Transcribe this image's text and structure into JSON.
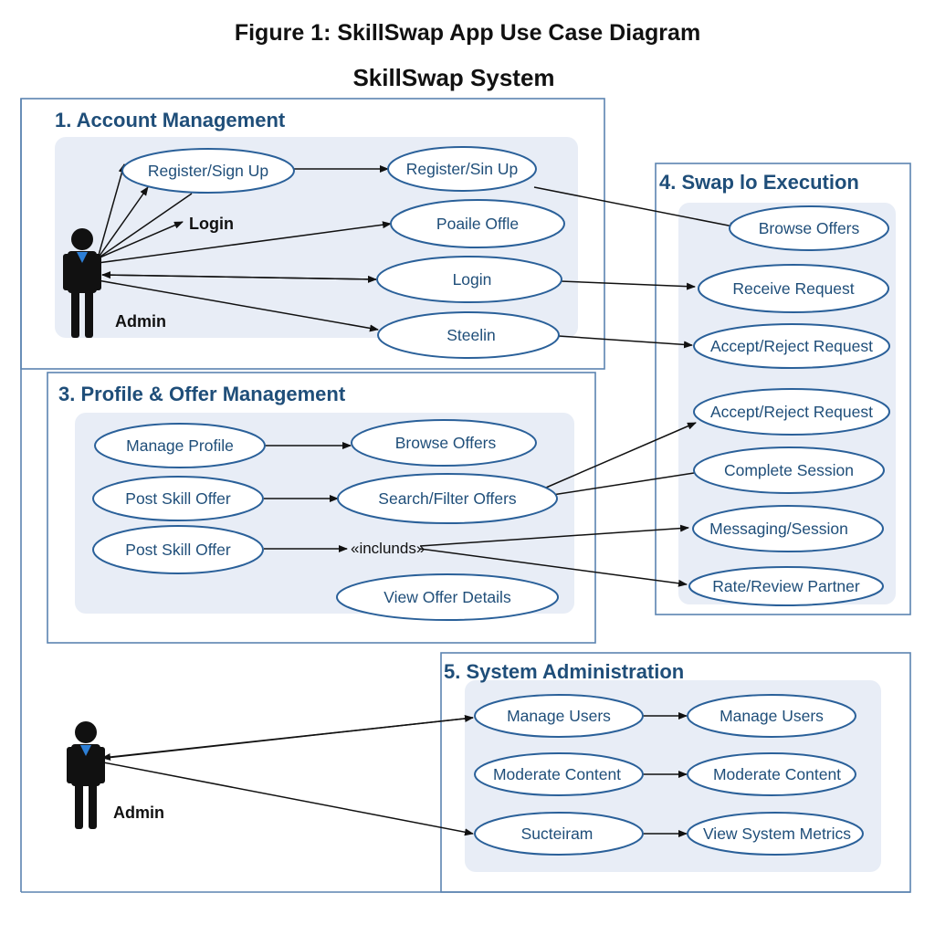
{
  "figure_title": "Figure 1: SkillSwap App Use Case Diagram",
  "system_title": "SkillSwap System",
  "packages": {
    "account": "1. Account Management",
    "profile": "3. Profile & Offer Management",
    "swap": "4. Swap lo Execution",
    "admin": "5. System Administration"
  },
  "actors": {
    "top": "Admin",
    "bottom": "Admin"
  },
  "notes": {
    "login": "Login",
    "includes": "«inclunds»"
  },
  "use_cases": {
    "register_signup": "Register/Sign Up",
    "register_sin_up": "Register/Sin Up",
    "profile_offle": "Poaile Offle",
    "login": "Login",
    "steelin": "Steelin",
    "manage_profile": "Manage Profile",
    "browse_offers_p": "Browse Offers",
    "post_skill_offer_1": "Post Skill Offer",
    "search_filter": "Search/Filter Offers",
    "post_skill_offer_2": "Post Skill Offer",
    "view_offer_details": "View Offer Details",
    "browse_offers_s": "Browse Offers",
    "receive_request": "Receive Request",
    "accept_reject_1": "Accept/Reject Request",
    "accept_reject_2": "Accept/Reject Request",
    "complete_session": "Complete Session",
    "messaging_session": "Messaging/Session",
    "rate_review": "Rate/Review Partner",
    "manage_users_1": "Manage Users",
    "manage_users_2": "Manage Users",
    "moderate_content_1": "Moderate Content",
    "moderate_content_2": "Moderate Content",
    "sucteiram": "Sucteiram",
    "view_metrics": "View System Metrics"
  },
  "colors": {
    "package_title": "#1f4e79",
    "use_case_border": "#2a6099",
    "package_fill": "#e8edf6",
    "actor_accent": "#2d7fd6"
  }
}
